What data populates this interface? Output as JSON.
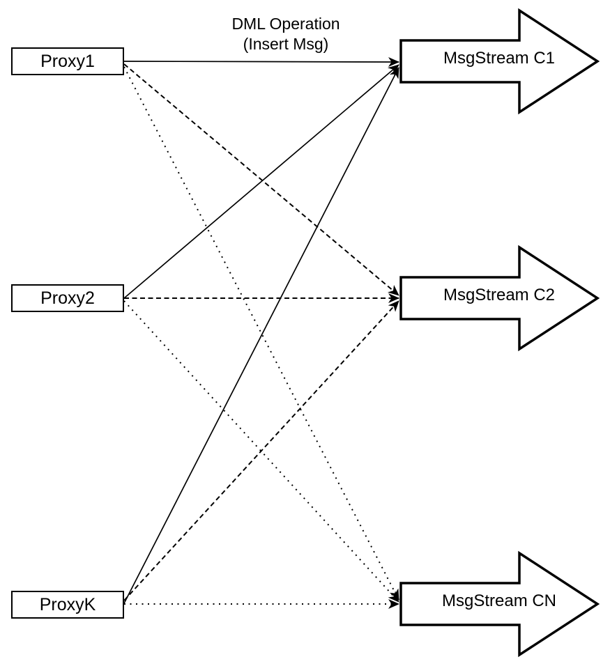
{
  "diagram": {
    "background_color": "#ffffff",
    "ink_color": "#000000",
    "edge_label": {
      "line1": "DML Operation",
      "line2": "(Insert Msg)"
    },
    "proxies": [
      {
        "id": "proxy1",
        "label": "Proxy1"
      },
      {
        "id": "proxy2",
        "label": "Proxy2"
      },
      {
        "id": "proxyk",
        "label": "ProxyK"
      }
    ],
    "streams": [
      {
        "id": "msgstream-c1",
        "label": "MsgStream C1"
      },
      {
        "id": "msgstream-c2",
        "label": "MsgStream C2"
      },
      {
        "id": "msgstream-cn",
        "label": "MsgStream CN"
      }
    ],
    "edges": [
      {
        "from": "Proxy1",
        "to": "MsgStream C1",
        "style": "solid",
        "label": "DML Operation (Insert Msg)"
      },
      {
        "from": "Proxy2",
        "to": "MsgStream C1",
        "style": "solid"
      },
      {
        "from": "ProxyK",
        "to": "MsgStream C1",
        "style": "solid"
      },
      {
        "from": "Proxy1",
        "to": "MsgStream C2",
        "style": "dashed"
      },
      {
        "from": "Proxy2",
        "to": "MsgStream C2",
        "style": "dashed"
      },
      {
        "from": "ProxyK",
        "to": "MsgStream C2",
        "style": "dashed"
      },
      {
        "from": "Proxy1",
        "to": "MsgStream CN",
        "style": "dotted"
      },
      {
        "from": "Proxy2",
        "to": "MsgStream CN",
        "style": "dotted"
      },
      {
        "from": "ProxyK",
        "to": "MsgStream CN",
        "style": "dotted"
      }
    ]
  }
}
